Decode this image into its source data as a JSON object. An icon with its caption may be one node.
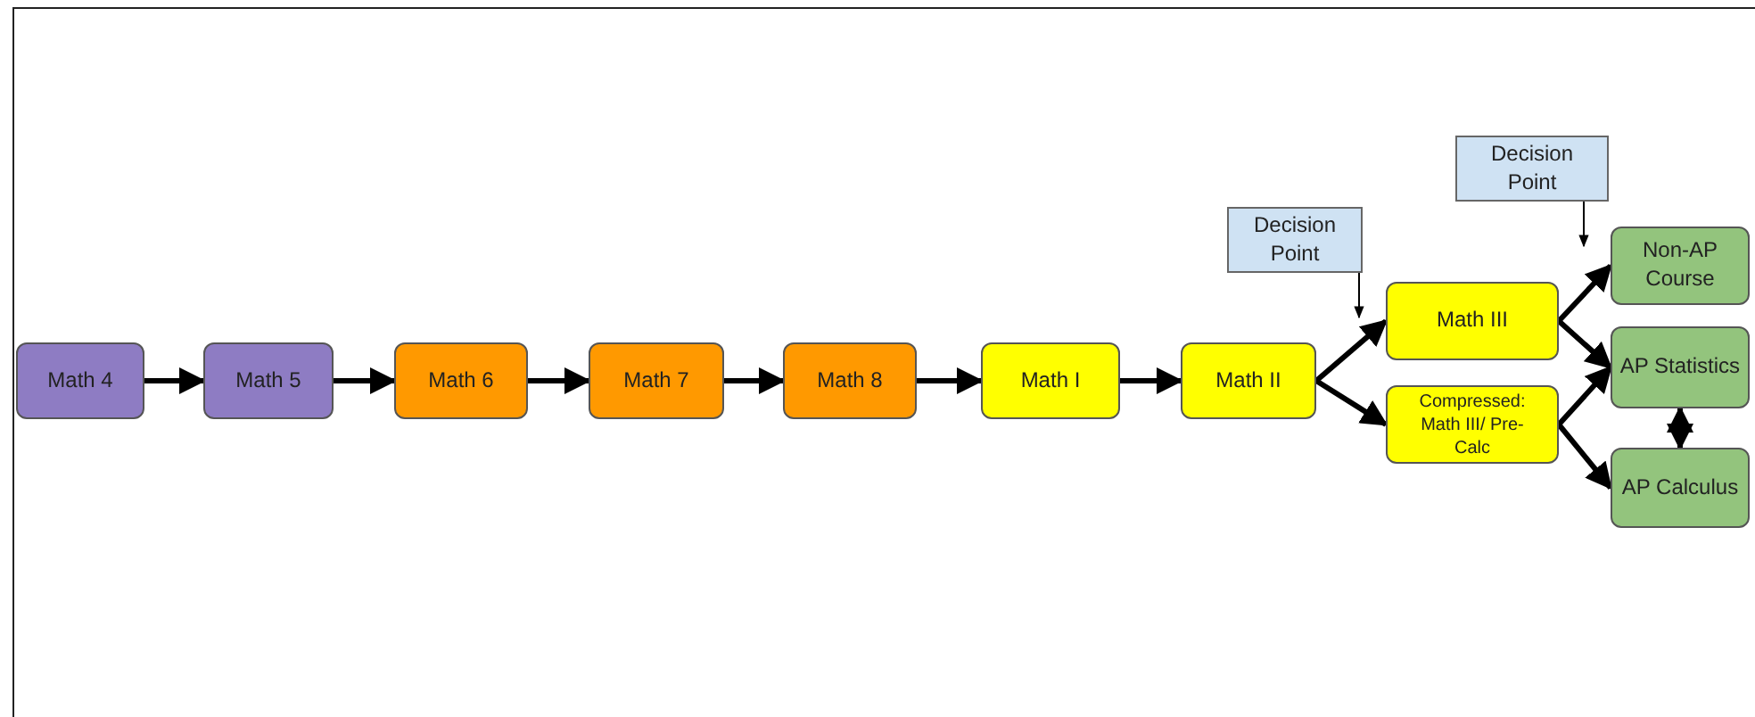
{
  "diagram": {
    "nodes": [
      {
        "text": [
          "Math 4"
        ]
      },
      {
        "text": [
          "Math 5"
        ]
      },
      {
        "text": [
          "Math 6"
        ]
      },
      {
        "text": [
          "Math 7"
        ]
      },
      {
        "text": [
          "Math 8"
        ]
      },
      {
        "text": [
          "Math I"
        ]
      },
      {
        "text": [
          "Math II"
        ]
      },
      {
        "text": [
          "Decision Point"
        ]
      },
      {
        "text": [
          "Math III"
        ]
      },
      {
        "text": [
          "Compressed: Math III/ Pre-Calc"
        ]
      },
      {
        "text": [
          "Decision Point"
        ]
      },
      {
        "text": [
          "Non-AP Course"
        ]
      },
      {
        "text": [
          "AP Statistics"
        ]
      },
      {
        "text": [
          "AP Calculus"
        ]
      }
    ],
    "edges": [
      {
        "from": 0,
        "to": 1,
        "arrow": "to"
      },
      {
        "from": 1,
        "to": 2,
        "arrow": "to"
      },
      {
        "from": 2,
        "to": 3,
        "arrow": "to"
      },
      {
        "from": 3,
        "to": 4,
        "arrow": "to"
      },
      {
        "from": 4,
        "to": 5,
        "arrow": "to"
      },
      {
        "from": 5,
        "to": 6,
        "arrow": "to"
      },
      {
        "from": 6,
        "to": 8,
        "arrow": "to"
      },
      {
        "from": 6,
        "to": 9,
        "arrow": "to"
      },
      {
        "from": 8,
        "to": 11,
        "arrow": "to"
      },
      {
        "from": 8,
        "to": 12,
        "arrow": "to"
      },
      {
        "from": 9,
        "to": 12,
        "arrow": "to"
      },
      {
        "from": 9,
        "to": 13,
        "arrow": "to"
      },
      {
        "from": 12,
        "to": 13,
        "arrow": "both"
      },
      {
        "from": 7,
        "to": 8,
        "arrow": "to"
      },
      {
        "from": 10,
        "to": 11,
        "arrow": "to"
      }
    ]
  }
}
